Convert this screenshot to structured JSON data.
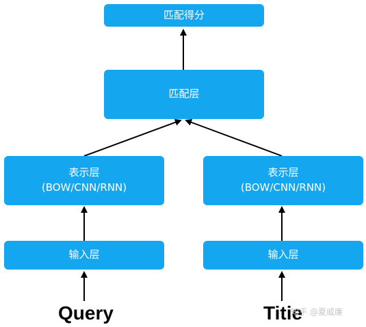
{
  "nodes": {
    "score": {
      "label": "匹配得分"
    },
    "match": {
      "label": "匹配层"
    },
    "rep_left": {
      "line1": "表示层",
      "line2": "(BOW/CNN/RNN)"
    },
    "rep_right": {
      "line1": "表示层",
      "line2": "(BOW/CNN/RNN)"
    },
    "input_left": {
      "label": "输入层"
    },
    "input_right": {
      "label": "输入层"
    }
  },
  "inputs": {
    "left": "Query",
    "right": "Titie"
  },
  "watermark": "知乎 @夏威廉",
  "colors": {
    "box": "#14a6ef",
    "arrow": "#000000"
  }
}
